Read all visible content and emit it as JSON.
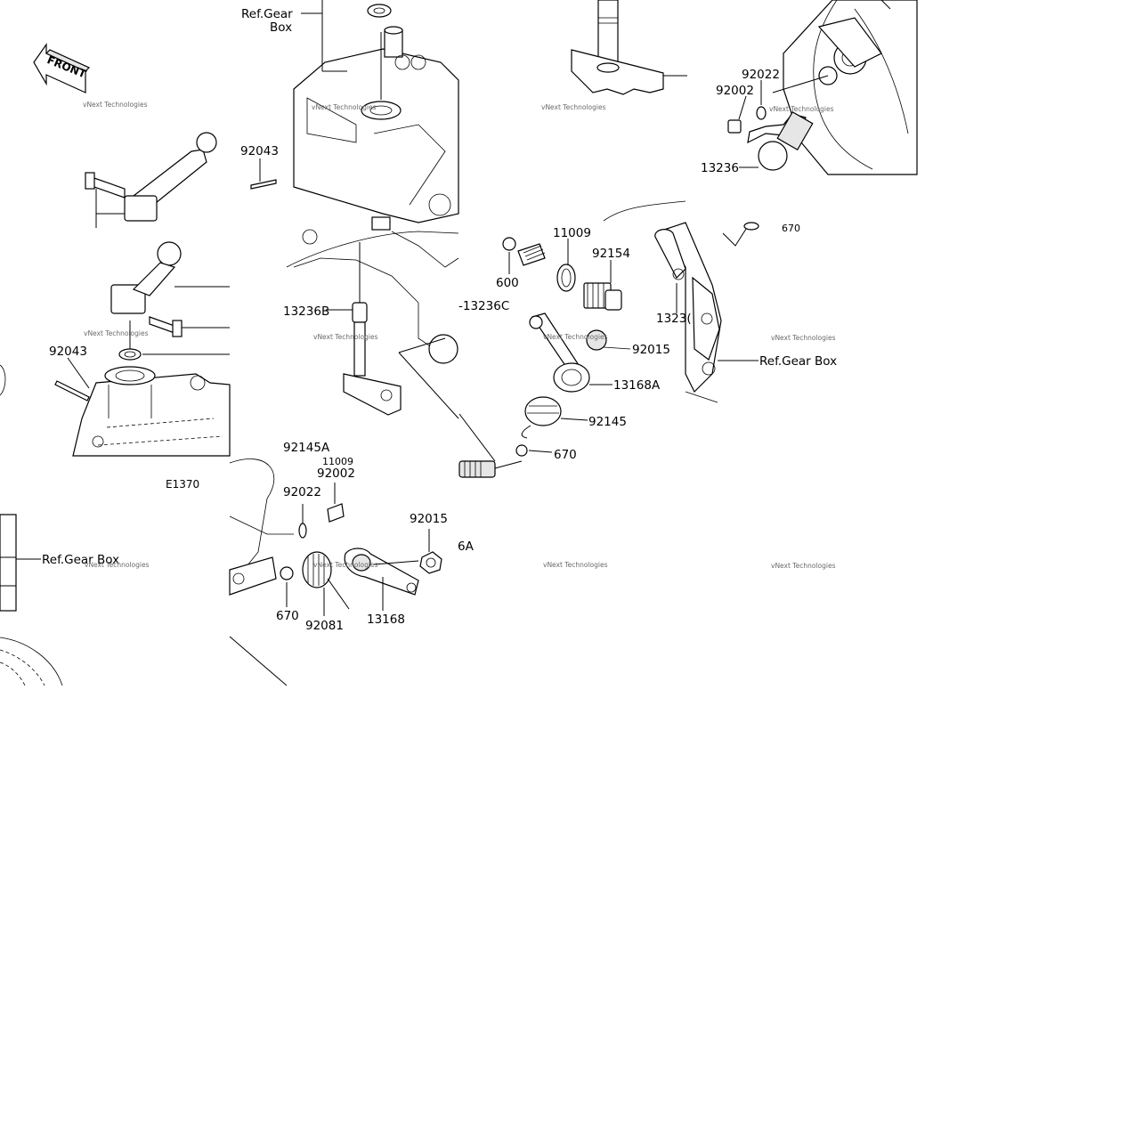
{
  "diagram": {
    "front_badge": "FRONT",
    "watermark": "vNext Technologies",
    "section_code": "E1370",
    "labels": {
      "ref_gear_box_top_l1": "Ref.Gear",
      "ref_gear_box_top_l2": "Box",
      "p92043_top": "92043",
      "p92043_left": "92043",
      "p92022_top": "92022",
      "p92002_top": "92002",
      "p13236_top": "13236",
      "p11009": "11009",
      "p600": "600",
      "p92154": "92154",
      "p13236B": "13236B",
      "p13236C": "-13236C",
      "p1323_partial": "1323(",
      "p92015_mid": "92015",
      "p13168A": "13168A",
      "p92145": "92145",
      "p670_mid": "670",
      "ref_gear_box_right": "Ref.Gear Box",
      "p92145A": "92145A",
      "p11009_partial": "11009",
      "p92002_bottom": "92002",
      "p92022_bottom": "92022",
      "p92015_bottom": "92015",
      "p6A_partial": "6A",
      "ref_gear_box_left": "Ref.Gear Box",
      "p670_bottom": "670",
      "p92081": "92081",
      "p13168": "13168",
      "p670_partial_top": "670"
    }
  }
}
